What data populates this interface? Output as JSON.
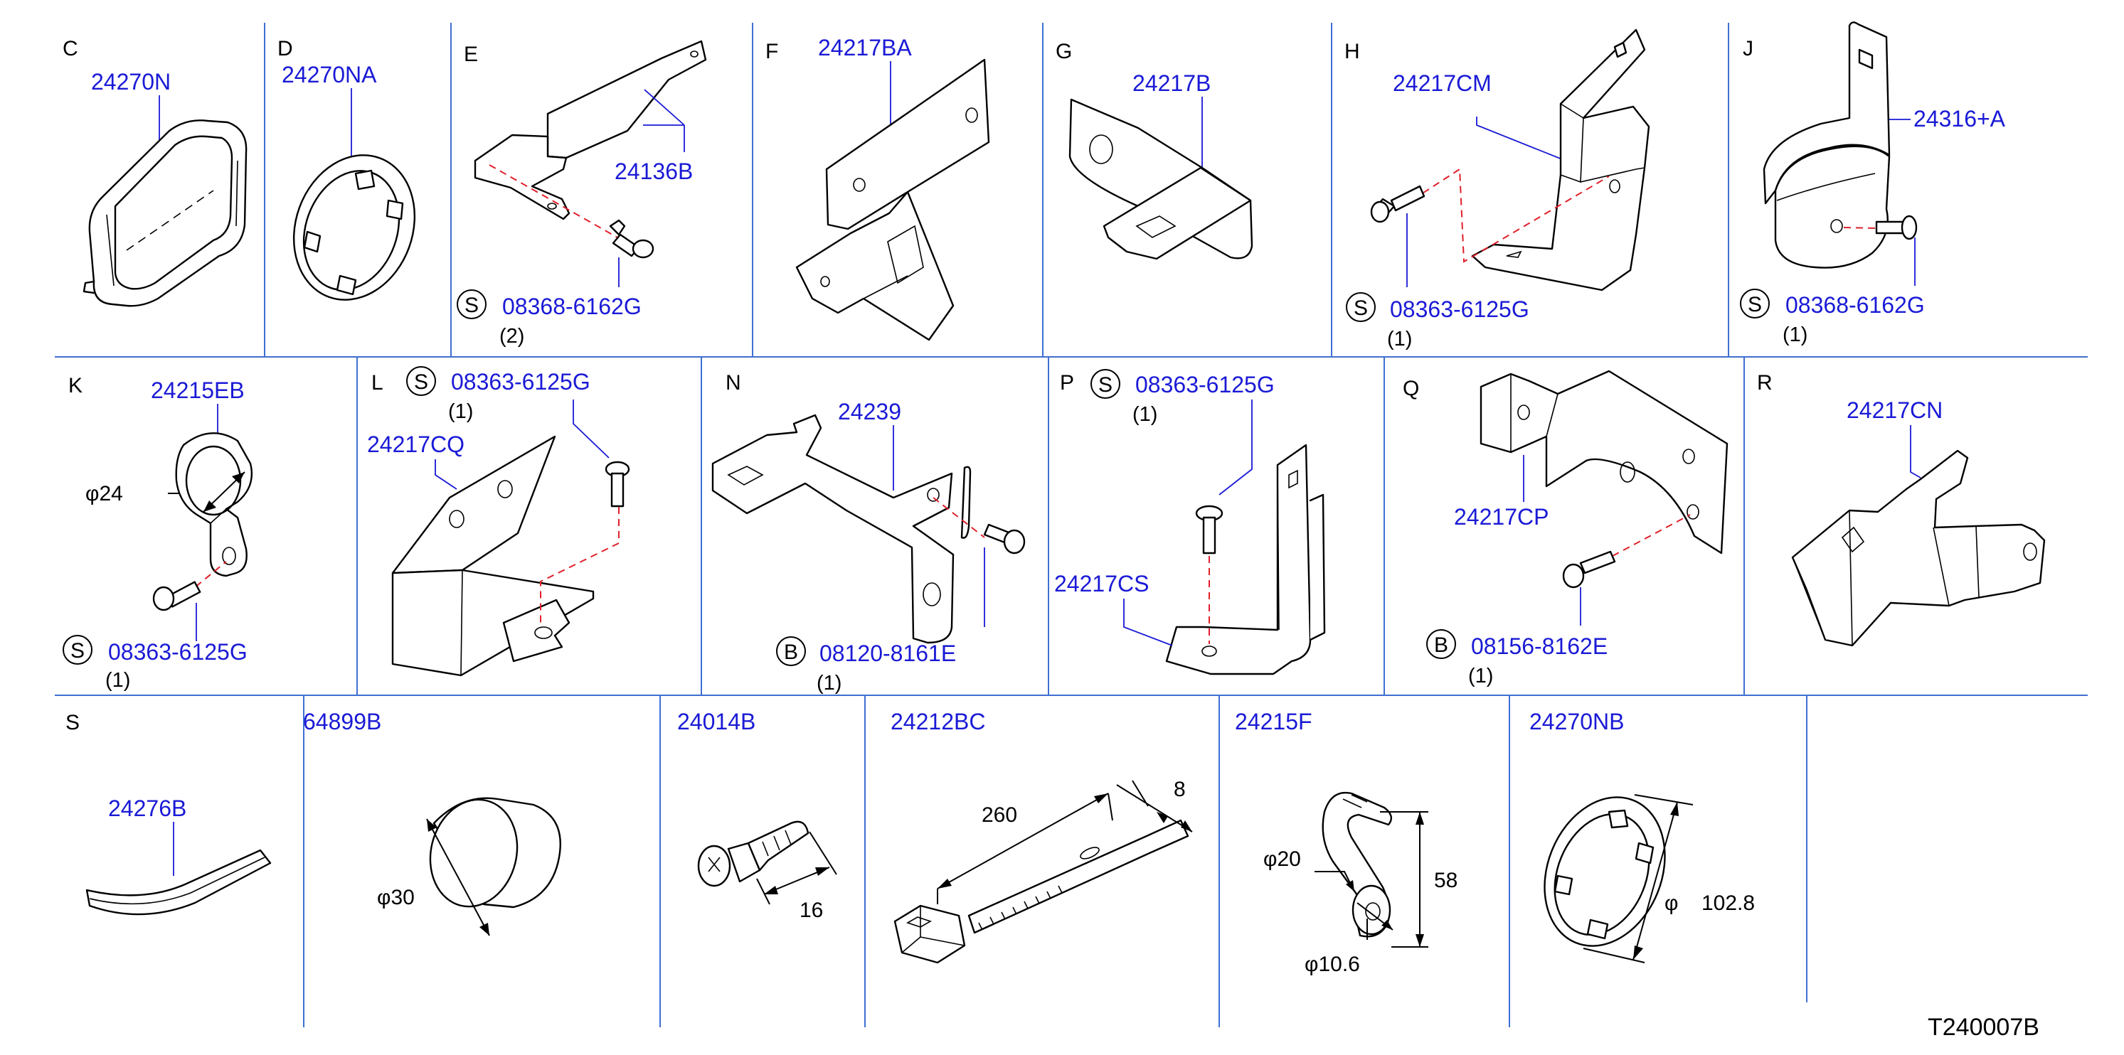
{
  "diagram_ref": "T240007B",
  "sections": [
    {
      "letter": "C",
      "part": "24270N"
    },
    {
      "letter": "D",
      "part": "24270NA"
    },
    {
      "letter": "E",
      "part": "24136B",
      "fastener_mark": "S",
      "fastener": "08368-6162G",
      "qty": "(2)"
    },
    {
      "letter": "F",
      "part": "24217BA"
    },
    {
      "letter": "G",
      "part": "24217B"
    },
    {
      "letter": "H",
      "part": "24217CM",
      "fastener_mark": "S",
      "fastener": "08363-6125G",
      "qty": "(1)"
    },
    {
      "letter": "J",
      "part": "24316+A",
      "fastener_mark": "S",
      "fastener": "08368-6162G",
      "qty": "(1)"
    },
    {
      "letter": "K",
      "part": "24215EB",
      "fastener_mark": "S",
      "fastener": "08363-6125G",
      "qty": "(1)",
      "dim": "φ24"
    },
    {
      "letter": "L",
      "part": "24217CQ",
      "fastener_mark": "S",
      "fastener": "08363-6125G",
      "qty": "(1)"
    },
    {
      "letter": "N",
      "part": "24239",
      "fastener_mark": "B",
      "fastener": "08120-8161E",
      "qty": "(1)"
    },
    {
      "letter": "P",
      "part": "24217CS",
      "fastener_mark": "S",
      "fastener": "08363-6125G",
      "qty": "(1)"
    },
    {
      "letter": "Q",
      "part": "24217CP",
      "fastener_mark": "B",
      "fastener": "08156-8162E",
      "qty": "(1)"
    },
    {
      "letter": "R",
      "part": "24217CN"
    },
    {
      "letter": "S",
      "part": "24276B"
    },
    {
      "part": "64899B",
      "dim": "φ30"
    },
    {
      "part": "24014B",
      "dim": "16"
    },
    {
      "part": "24212BC",
      "dim_length": "260",
      "dim_width": "8"
    },
    {
      "part": "24215F",
      "dim_a": "φ20",
      "dim_b": "58",
      "dim_c": "φ10.6"
    },
    {
      "part": "24270NB",
      "dim_symbol": "φ",
      "dim_value": "102.8"
    }
  ]
}
